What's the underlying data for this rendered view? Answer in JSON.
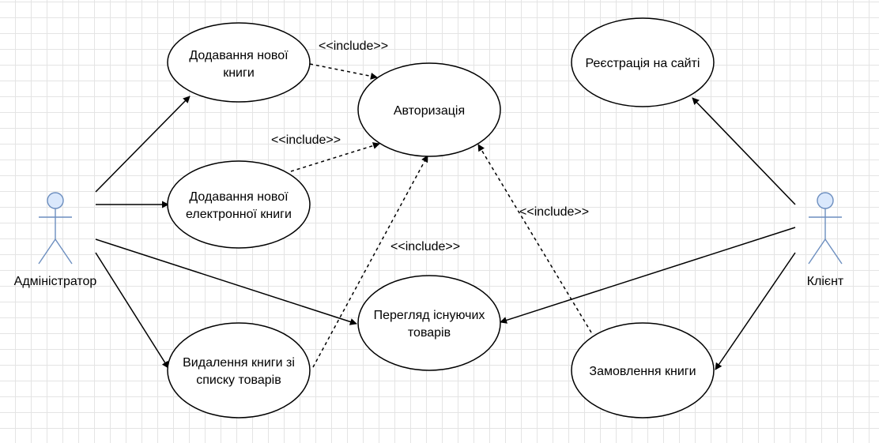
{
  "actors": {
    "admin": {
      "label": "Адміністратор"
    },
    "client": {
      "label": "Клієнт"
    }
  },
  "use_cases": {
    "add_book": {
      "lines": [
        "Додавання нової",
        "книги"
      ]
    },
    "add_ebook": {
      "lines": [
        "Додавання нової",
        "електронної книги"
      ]
    },
    "auth": {
      "lines": [
        "Авторизація"
      ]
    },
    "view_goods": {
      "lines": [
        "Перегляд існуючих",
        "товарів"
      ]
    },
    "delete_book": {
      "lines": [
        "Видалення книги зі",
        "списку товарів"
      ]
    },
    "register": {
      "lines": [
        "Реєстрація на сайті"
      ]
    },
    "order_book": {
      "lines": [
        "Замовлення книги"
      ]
    }
  },
  "relations": {
    "include_label": "<<include>>"
  },
  "colors": {
    "actor_fill": "#dae8fc",
    "actor_stroke": "#6c8ebf",
    "line": "#000000",
    "grid": "#e4e4e4"
  }
}
